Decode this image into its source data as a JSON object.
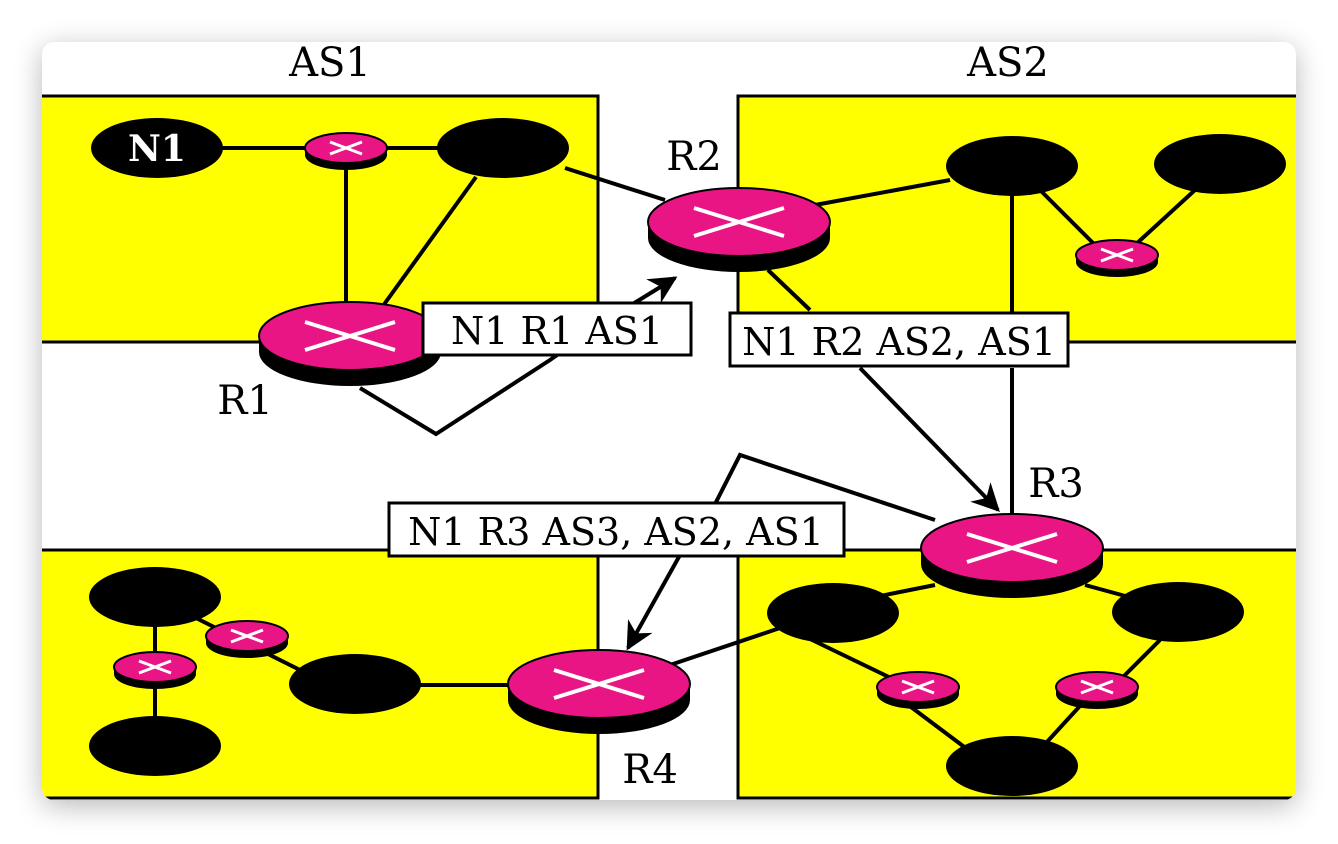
{
  "colors": {
    "as_fill": "#ffff00",
    "router_fill": "#e91585",
    "router_side": "#000000",
    "network_fill": "#000000",
    "line": "#000000",
    "background": "#ffffff"
  },
  "as_labels": {
    "as1": "AS1",
    "as2": "AS2"
  },
  "routers": {
    "r1": "R1",
    "r2": "R2",
    "r3": "R3",
    "r4": "R4"
  },
  "networks": {
    "n1": "N1"
  },
  "advertisements": [
    {
      "id": "adv-r1",
      "text": "N1 R1 AS1"
    },
    {
      "id": "adv-r2",
      "text": "N1 R2 AS2, AS1"
    },
    {
      "id": "adv-r3",
      "text": "N1 R3 AS3, AS2, AS1"
    }
  ]
}
